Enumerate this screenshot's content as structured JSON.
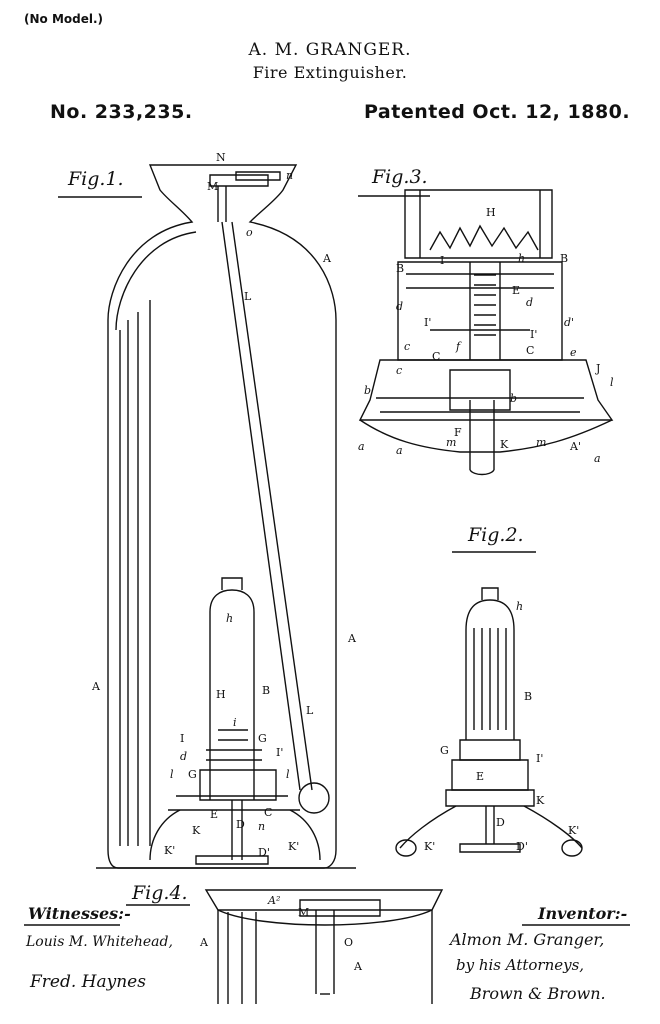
{
  "header": {
    "no_model": "(No Model.)",
    "inventor_name": "A. M. GRANGER.",
    "subject": "Fire Extinguisher.",
    "patent_number": "No. 233,235.",
    "patent_date": "Patented Oct. 12, 1880."
  },
  "figures": {
    "fig1": "Fig.1.",
    "fig2": "Fig.2.",
    "fig3": "Fig.3.",
    "fig4": "Fig.4."
  },
  "witnesses": {
    "heading": "Witnesses:-",
    "names": [
      "Louis M. Whitehead,",
      "Fred. Haynes"
    ]
  },
  "inventor": {
    "heading": "Inventor:-",
    "lines": [
      "Almon M. Granger,",
      "by his Attorneys,",
      "Brown & Brown."
    ]
  },
  "labels": {
    "fig1": [
      "N",
      "M",
      "n",
      "o",
      "A",
      "L",
      "A",
      "A",
      "h",
      "H",
      "B",
      "i",
      "I",
      "d",
      "l",
      "G",
      "G",
      "I'",
      "l",
      "L",
      "E",
      "C",
      "K",
      "n",
      "D",
      "K'",
      "D'",
      "K'"
    ],
    "fig2": [
      "h",
      "B",
      "I'",
      "G",
      "E",
      "K",
      "K'",
      "D",
      "D'",
      "K'"
    ],
    "fig3": [
      "H",
      "B",
      "B",
      "I",
      "h",
      "d",
      "E",
      "d",
      "d'",
      "I'",
      "I'",
      "c",
      "C",
      "e",
      "C",
      "c",
      "J",
      "l",
      "f",
      "b",
      "b",
      "F",
      "a",
      "m",
      "a",
      "m",
      "A'",
      "K",
      "a"
    ],
    "fig4": [
      "A²",
      "M",
      "A",
      "O",
      "A"
    ]
  }
}
